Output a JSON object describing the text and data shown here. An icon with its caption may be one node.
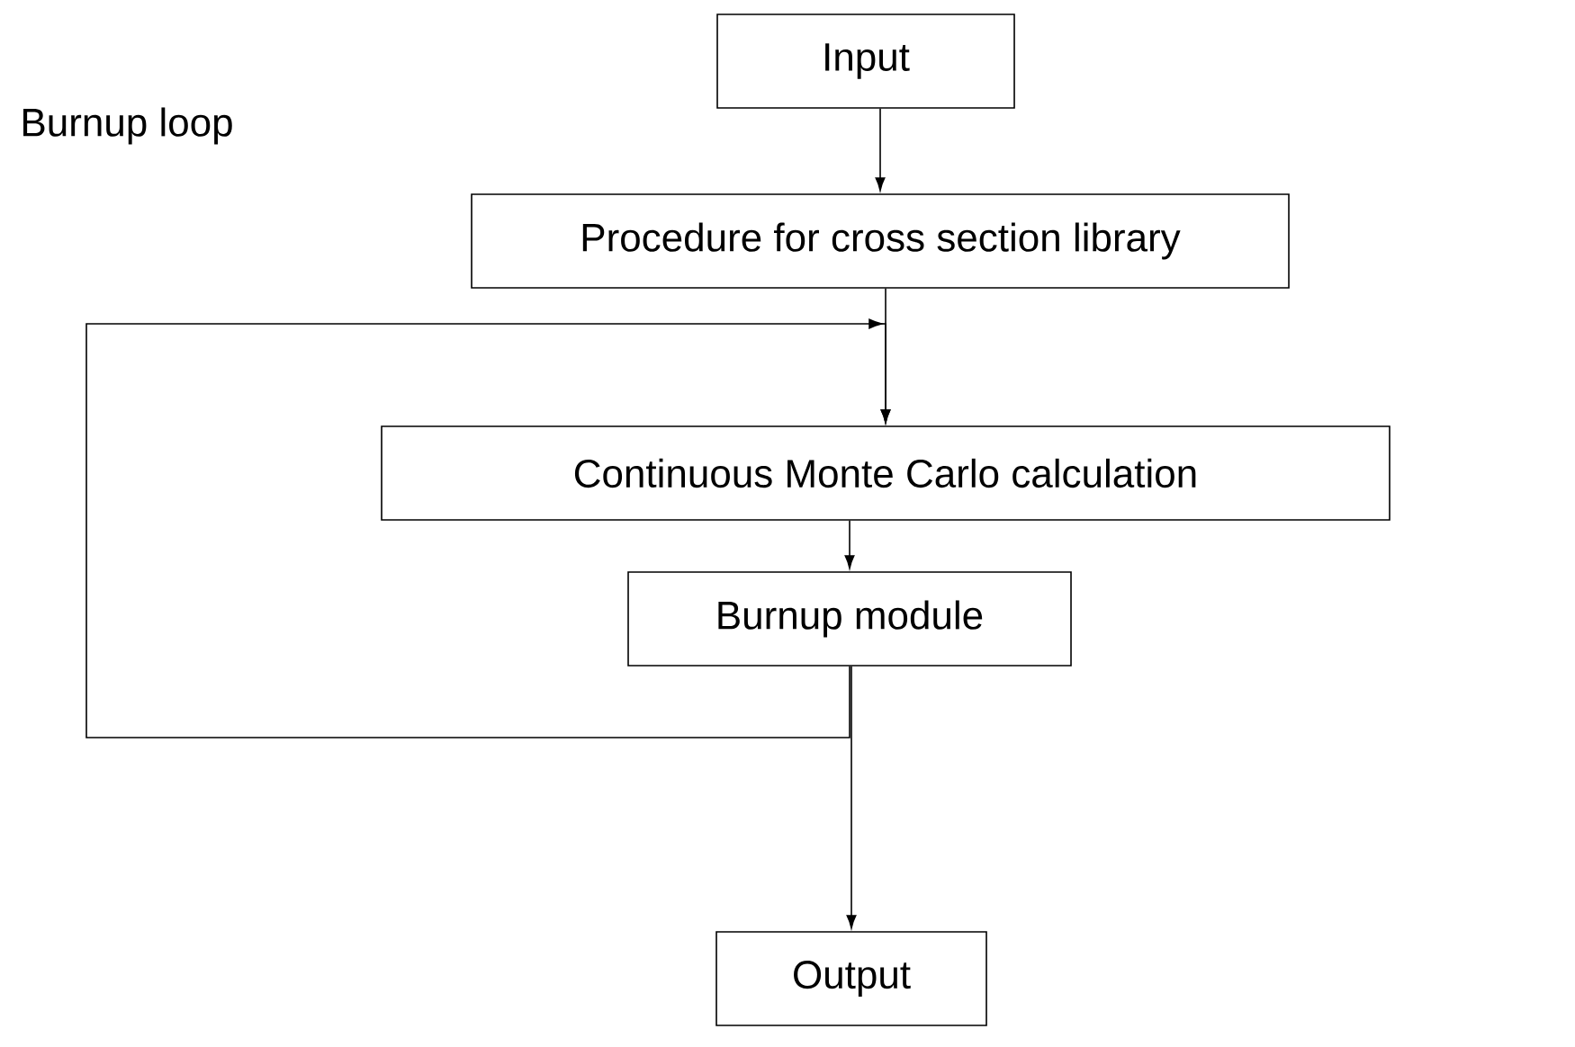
{
  "diagram": {
    "nodes": [
      {
        "text": [
          "Input"
        ]
      },
      {
        "text": [
          "Procedure for cross section library"
        ]
      },
      {
        "text": [
          "Continuous Monte Carlo calculation"
        ]
      },
      {
        "text": [
          "Burnup module"
        ]
      },
      {
        "text": [
          "Output"
        ]
      }
    ],
    "edges": [
      {
        "from": 0,
        "to": 1,
        "arrow": "to"
      },
      {
        "from": 1,
        "to": 2,
        "arrow": "to"
      },
      {
        "from": 2,
        "to": 3,
        "arrow": "to"
      },
      {
        "from": 3,
        "to": 4,
        "arrow": "to"
      },
      {
        "from": 3,
        "to": 2,
        "arrow": "to",
        "label": "Burnup loop"
      }
    ]
  }
}
